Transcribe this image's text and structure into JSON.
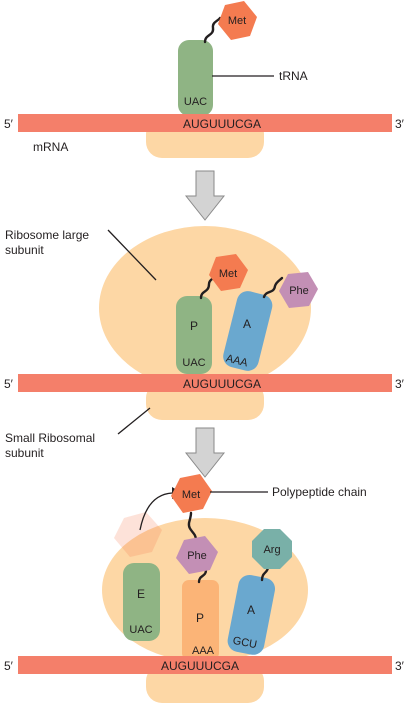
{
  "panel1": {
    "amino_acid": "Met",
    "anticodon": "UAC",
    "trna_label": "tRNA",
    "five_prime": "5′",
    "three_prime": "3′",
    "sequence": "AUGUUUCGA",
    "mrna_label": "mRNA"
  },
  "panel2": {
    "large_subunit_label_line1": "Ribosome large",
    "large_subunit_label_line2": "subunit",
    "met": "Met",
    "phe": "Phe",
    "p_site": "P",
    "a_site": "A",
    "p_anticodon": "UAC",
    "a_anticodon": "AAA",
    "five_prime": "5′",
    "three_prime": "3′",
    "sequence": "AUGUUUCGA",
    "small_subunit_label_line1": "Small Ribosomal",
    "small_subunit_label_line2": "subunit"
  },
  "panel3": {
    "met": "Met",
    "polypeptide_label": "Polypeptide chain",
    "phe": "Phe",
    "arg": "Arg",
    "e_site": "E",
    "p_site": "P",
    "a_site": "A",
    "e_anticodon": "UAC",
    "p_anticodon": "AAA",
    "a_anticodon": "GCU",
    "five_prime": "5′",
    "three_prime": "3′",
    "sequence": "AUGUUUCGA"
  },
  "colors": {
    "mrna": "#f47f6a",
    "ribosome": "#fdd7a5",
    "trna_green": "#8fb484",
    "trna_blue": "#6aa8cf",
    "trna_orange": "#fbb477",
    "met": "#f47b50",
    "phe": "#c38fb5",
    "arg": "#79b0a8",
    "arrow": "#d3d3d3"
  }
}
